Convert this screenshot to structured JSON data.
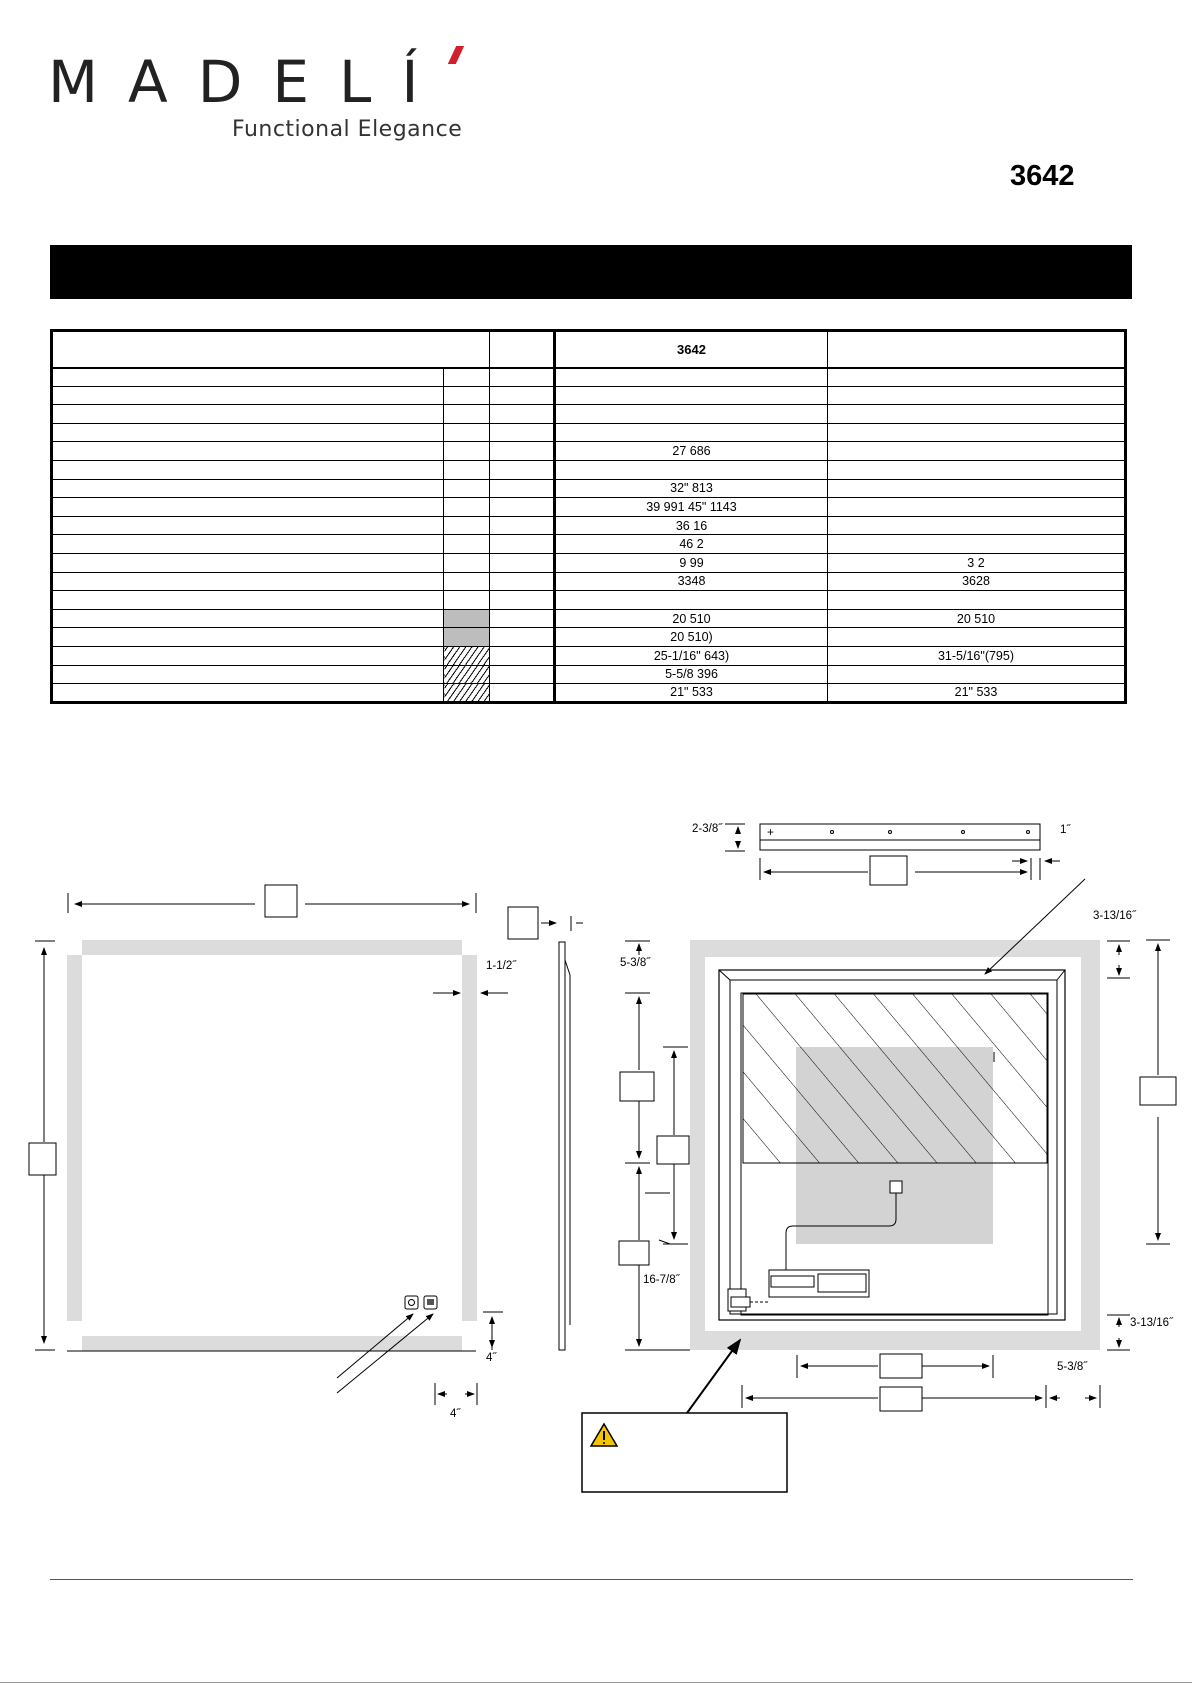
{
  "brand": {
    "name": "MADELÍ",
    "tagline": "Functional Elegance"
  },
  "model_number": "3642",
  "spec_table": {
    "header": {
      "model": "3642"
    },
    "rows": [
      {
        "a": "",
        "b": "",
        "swatch": ""
      },
      {
        "a": "",
        "b": "",
        "swatch": ""
      },
      {
        "a": "",
        "b": "",
        "swatch": ""
      },
      {
        "a": "",
        "b": "",
        "swatch": ""
      },
      {
        "a": "27   686",
        "b": "",
        "swatch": ""
      },
      {
        "a": "",
        "b": "",
        "swatch": ""
      },
      {
        "a": "32\" 813",
        "b": "",
        "swatch": ""
      },
      {
        "a": "39   991   45\" 1143",
        "b": "",
        "swatch": ""
      },
      {
        "a": "36        16",
        "b": "",
        "swatch": ""
      },
      {
        "a": "46        2",
        "b": "",
        "swatch": ""
      },
      {
        "a": "9     99",
        "b": "3        2",
        "swatch": ""
      },
      {
        "a": "3348",
        "b": "3628",
        "swatch": ""
      },
      {
        "a": "",
        "b": "",
        "swatch": ""
      },
      {
        "a": "20   510",
        "b": "20   510",
        "swatch": "gray"
      },
      {
        "a": "20   510)",
        "b": "",
        "swatch": "gray"
      },
      {
        "a": "25-1/16\" 643)",
        "b": "31-5/16\"(795)",
        "swatch": "hatch"
      },
      {
        "a": "5-5/8   396",
        "b": "",
        "swatch": "hatch"
      },
      {
        "a": "21\" 533",
        "b": "21\" 533",
        "swatch": "hatch"
      }
    ]
  },
  "dimensions": {
    "top_bar_height": "2-3/8˝",
    "top_bar_depth": "1˝",
    "front_border": "1-1/2˝",
    "back_top_offset": "3-13/16˝",
    "back_left_top": "5-3/8˝",
    "back_left_lower": "16-7/8˝",
    "back_bottom_offset": "3-13/16˝",
    "back_bottom_right": "5-3/8˝",
    "front_bottom_height": "4˝",
    "front_bottom_width": "4˝"
  },
  "colors": {
    "brand_red": "#d0202a",
    "light_band": "#dcdcdc",
    "gray_panel": "#d3d3d3"
  }
}
